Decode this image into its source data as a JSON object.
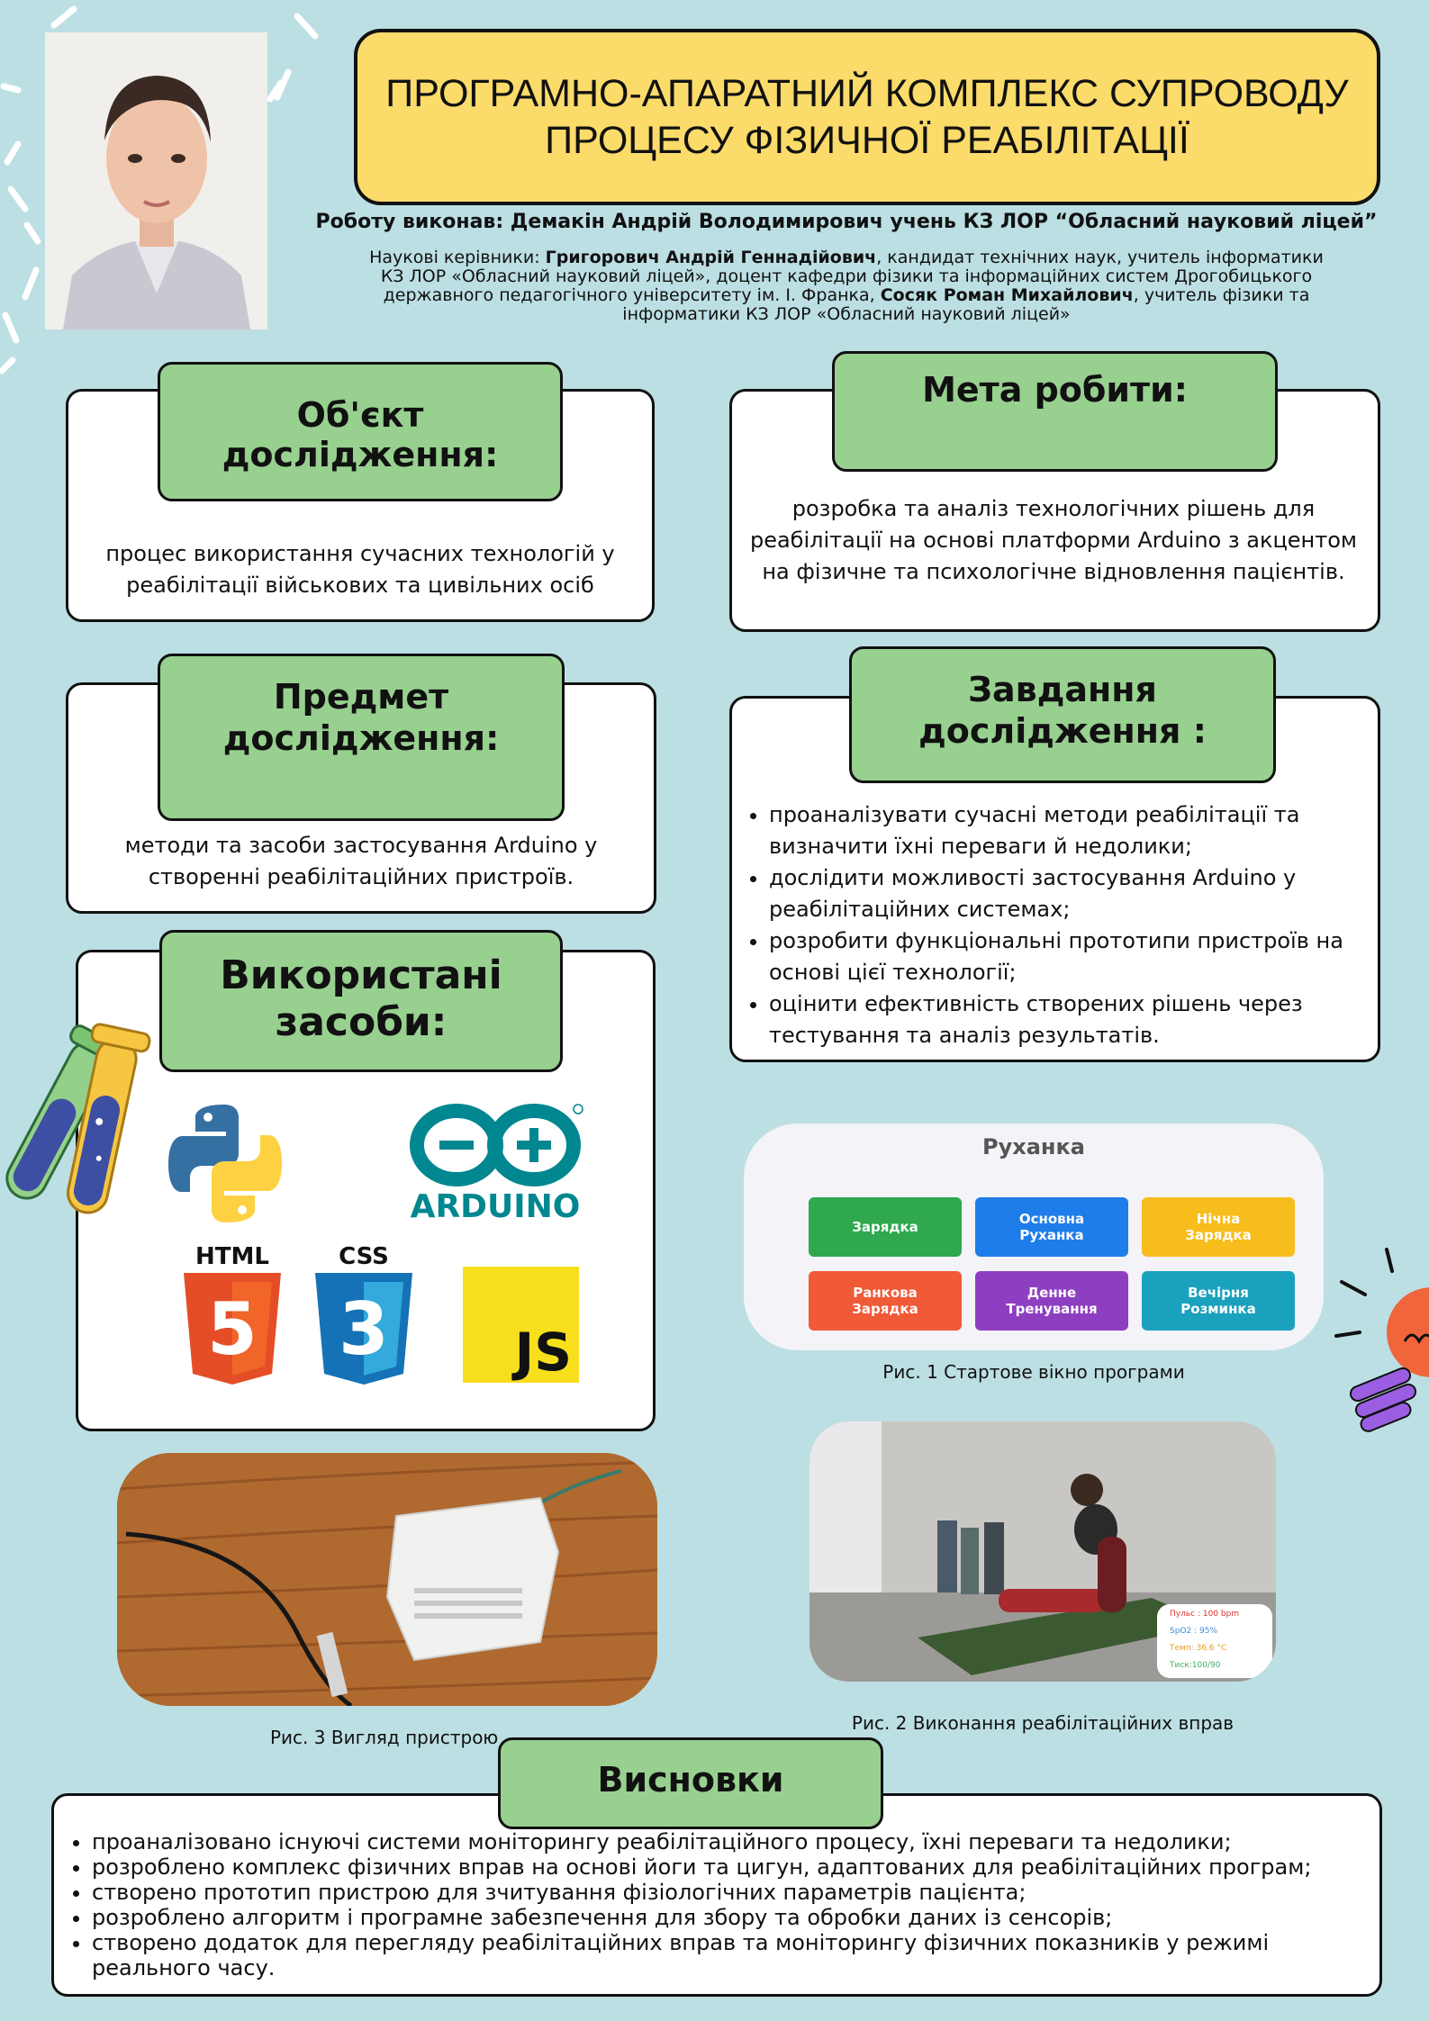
{
  "title": "ПРОГРАМНО-АПАРАТНИЙ КОМПЛЕКС СУПРОВОДУ ПРОЦЕСУ ФІЗИЧНОЇ РЕАБІЛІТАЦІЇ",
  "author": "Роботу виконав: Демакін Андрій Володимирович учень КЗ ЛОР “Обласний науковий ліцей”",
  "advisors": {
    "prefix": "Наукові керівники: ",
    "name1": "Григорович Андрій Геннадійович",
    "text1": ",  кандидат технічних наук, учитель інформатики КЗ ЛОР «Обласний науковий ліцей», доцент кафедри фізики та інформаційних систем Дрогобицького державного педагогічного університету ім. І. Франка, ",
    "name2": "Сосяк Роман Михайлович",
    "text2": ", учитель фізики та інформатики КЗ ЛОР «Обласний науковий ліцей»"
  },
  "object": {
    "heading": "Об'єкт дослідження:",
    "text": "процес використання сучасних технологій у реабілітації військових та цивільних осіб"
  },
  "goal": {
    "heading": "Мета робити:",
    "text": "розробка та аналіз технологічних рішень для реабілітації на основі платформи Arduino з акцентом на фізичне та психологічне відновлення пацієнтів."
  },
  "subject": {
    "heading": "Предмет дослідження:",
    "text": "методи та засоби застосування Arduino у створенні реабілітаційних пристроїв."
  },
  "tasks": {
    "heading": "Завдання дослідження :",
    "items": [
      "проаналізувати сучасні методи реабілітації та визначити їхні переваги й недолики;",
      "дослідити можливості застосування Arduino у реабілітаційних системах;",
      "розробити функціональні прототипи пристроїв на основі цієї технології;",
      "оцінити ефективність створених рішень через тестування та аналіз результатів."
    ]
  },
  "tools": {
    "heading": "Використані засоби:",
    "html_label": "HTML",
    "css_label": "CSS",
    "arduino_label": "ARDUINO",
    "js_label": "JS",
    "html_num": "5",
    "css_num": "3"
  },
  "app": {
    "title": "Руханка",
    "buttons": [
      {
        "label": "Зарядка",
        "color": "#2fa84f"
      },
      {
        "label": "Основна Руханка",
        "color": "#1f7de9"
      },
      {
        "label": "Нічна Зарядка",
        "color": "#f6bd1d"
      },
      {
        "label": "Ранкова Зарядка",
        "color": "#f05a37"
      },
      {
        "label": "Денне Тренування",
        "color": "#8e3fc1"
      },
      {
        "label": "Вечірня Розминка",
        "color": "#1aa1bd"
      }
    ]
  },
  "fig1_caption": "Рис. 1 Стартове вікно програми",
  "fig2_caption": "Рис. 2 Виконання реабілітаційних вправ",
  "fig3_caption": "Рис. 3 Вигляд пристрою",
  "overlay": {
    "pulse": "Пульс : 100 bpm",
    "spo2": "SpO2 : 95%",
    "temp": "Темп: 36.6 °C",
    "pressure": "Тиск:100/90"
  },
  "conclusions": {
    "heading": "Висновки",
    "items": [
      "проаналізовано існуючі системи моніторингу реабілітаційного процесу, їхні переваги та недолики;",
      "розроблено комплекс фізичних вправ на основі йоги та цигун, адаптованих для реабілітаційних програм;",
      "створено прототип пристрою для зчитування фізіологічних параметрів пацієнта;",
      "розроблено алгоритм і програмне забезпечення для збору та обробки даних із сенсорів;",
      "створено додаток для перегляду реабілітаційних вправ та моніторингу фізичних показників у режимі реального часу."
    ]
  }
}
